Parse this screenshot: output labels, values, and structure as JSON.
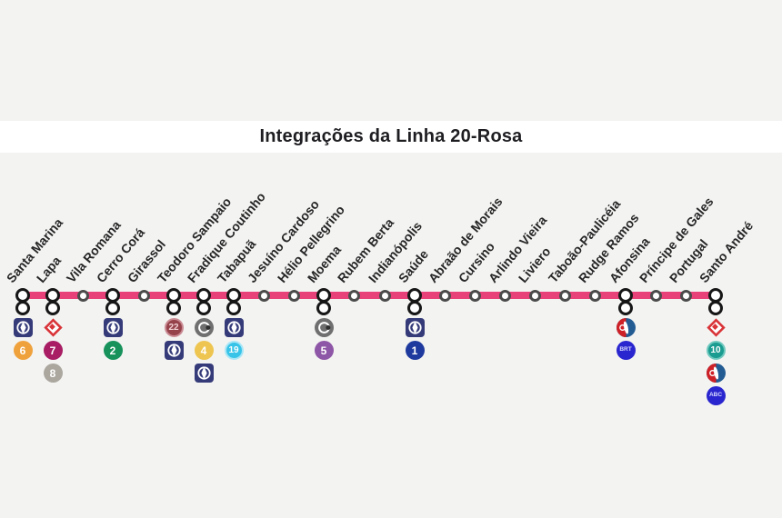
{
  "title": {
    "text": "Integrações da Linha 20-Rosa"
  },
  "line": {
    "name": "Linha 20-Rosa"
  },
  "colors": {
    "background": "#F3F3F2",
    "title_band": "#FFFFFF",
    "title_text": "#1E1E22",
    "line": "#E8417A",
    "label_text": "#262626",
    "marker_border": "#4B4B4B",
    "transfer_ring": "#161616",
    "metro_navy": "#353B79",
    "cptm_red": "#D93438",
    "operator_gray": "#6F6F6F",
    "brt_blue": "#2A26CF",
    "brt_text": "#D9DCFF",
    "logo_red": "#CE2127",
    "logo_blue": "#235C93"
  },
  "stations": [
    {
      "name": "Santa Marina",
      "transfer": true,
      "badges": [
        {
          "type": "metro"
        },
        {
          "type": "num",
          "label": "6",
          "color": "#EFA23C"
        }
      ]
    },
    {
      "name": "Lapa",
      "transfer": true,
      "badges": [
        {
          "type": "cptm"
        },
        {
          "type": "num",
          "label": "7",
          "color": "#A81D63"
        },
        {
          "type": "num",
          "label": "8",
          "color": "#ABA79F"
        }
      ]
    },
    {
      "name": "Vila Romana",
      "transfer": false,
      "badges": []
    },
    {
      "name": "Cerro Corá",
      "transfer": true,
      "badges": [
        {
          "type": "metro"
        },
        {
          "type": "num",
          "label": "2",
          "color": "#17925B"
        }
      ]
    },
    {
      "name": "Girassol",
      "transfer": false,
      "badges": []
    },
    {
      "name": "Teodoro Sampaio",
      "transfer": true,
      "badges": [
        {
          "type": "num",
          "label": "22",
          "color": "#96424B",
          "ring": "#C98A92",
          "text": "#F2D3D6"
        },
        {
          "type": "metro"
        }
      ]
    },
    {
      "name": "Fradique Coutinho",
      "transfer": true,
      "badges": [
        {
          "type": "operator"
        },
        {
          "type": "num",
          "label": "4",
          "color": "#EEC550"
        },
        {
          "type": "metro"
        }
      ]
    },
    {
      "name": "Tabapuã",
      "transfer": true,
      "badges": [
        {
          "type": "metro"
        },
        {
          "type": "num",
          "label": "19",
          "color": "#38C4E8",
          "ring": "#A9E6F6"
        }
      ]
    },
    {
      "name": "Jesuíno Cardoso",
      "transfer": false,
      "badges": []
    },
    {
      "name": "Hélio Pellegrino",
      "transfer": false,
      "badges": []
    },
    {
      "name": "Moema",
      "transfer": true,
      "badges": [
        {
          "type": "operator"
        },
        {
          "type": "num",
          "label": "5",
          "color": "#8E56A6"
        }
      ]
    },
    {
      "name": "Rubem Berta",
      "transfer": false,
      "badges": []
    },
    {
      "name": "Indianópolis",
      "transfer": false,
      "badges": []
    },
    {
      "name": "Saúde",
      "transfer": true,
      "badges": [
        {
          "type": "metro"
        },
        {
          "type": "num",
          "label": "1",
          "color": "#1F3A9E"
        }
      ]
    },
    {
      "name": "Abraão de Morais",
      "transfer": false,
      "badges": []
    },
    {
      "name": "Cursino",
      "transfer": false,
      "badges": []
    },
    {
      "name": "Arlindo Vieira",
      "transfer": false,
      "badges": []
    },
    {
      "name": "Liviero",
      "transfer": false,
      "badges": []
    },
    {
      "name": "Taboão-Paulicéia",
      "transfer": false,
      "badges": []
    },
    {
      "name": "Rudge Ramos",
      "transfer": false,
      "badges": []
    },
    {
      "name": "Afonsina",
      "transfer": true,
      "badges": [
        {
          "type": "logo"
        },
        {
          "type": "text",
          "label": "BRT"
        }
      ]
    },
    {
      "name": "Príncipe de Gales",
      "transfer": false,
      "badges": []
    },
    {
      "name": "Portugal",
      "transfer": false,
      "badges": []
    },
    {
      "name": "Santo André",
      "transfer": true,
      "badges": [
        {
          "type": "cptm"
        },
        {
          "type": "num",
          "label": "10",
          "color": "#1A9C90",
          "ring": "#6FC8BE"
        },
        {
          "type": "logo"
        },
        {
          "type": "text",
          "label": "ABC"
        }
      ]
    }
  ]
}
